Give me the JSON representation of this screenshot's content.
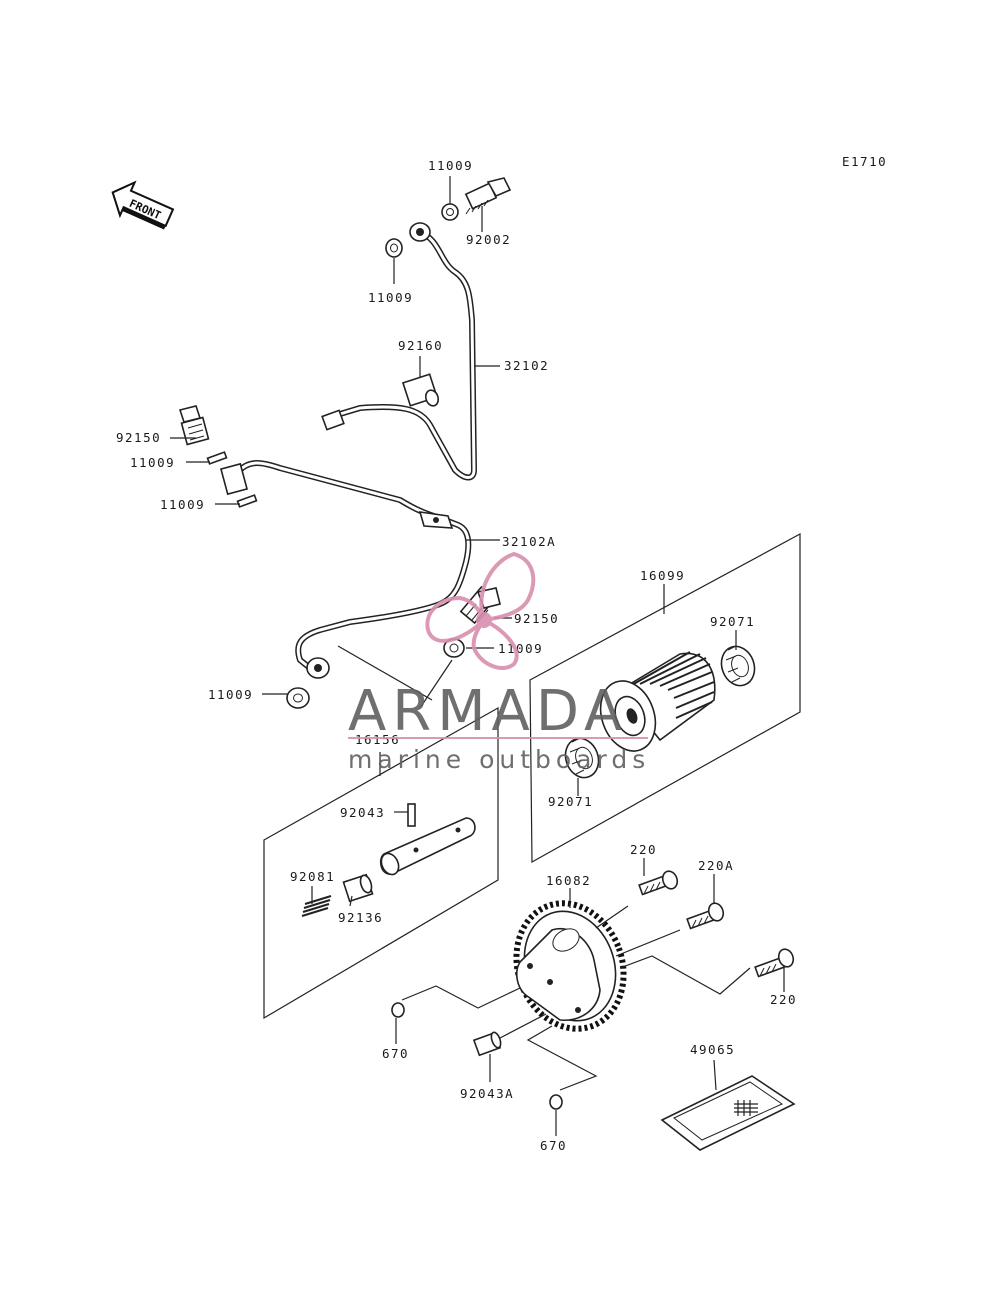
{
  "diagram_code": "E1710",
  "front_label": "FRONT",
  "watermark": {
    "brand": "ARMADA",
    "tagline": "marine outboards",
    "text_color": "#606060",
    "accent_color": "#d98fae"
  },
  "callouts": {
    "p11009_a": "11009",
    "p92002": "92002",
    "p11009_b": "11009",
    "p92160": "92160",
    "p32102": "32102",
    "p92150_a": "92150",
    "p11009_c": "11009",
    "p11009_d": "11009",
    "p32102a": "32102A",
    "p92150_b": "92150",
    "p11009_e": "11009",
    "p11009_f": "11009",
    "p16099": "16099",
    "p92071_a": "92071",
    "p92071_b": "92071",
    "p16156": "16156",
    "p92043": "92043",
    "p92081": "92081",
    "p92136": "92136",
    "p220_a": "220",
    "p220a": "220A",
    "p16082": "16082",
    "p220_b": "220",
    "p670_a": "670",
    "p92043a": "92043A",
    "p670_b": "670",
    "p49065": "49065"
  }
}
